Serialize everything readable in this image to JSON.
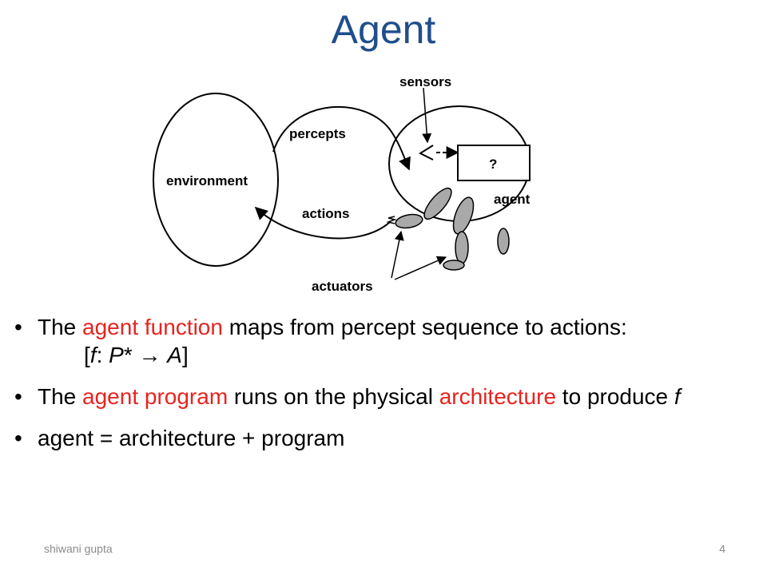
{
  "slide": {
    "title": "Agent",
    "page_number": "4",
    "footer_author": "shiwani gupta"
  },
  "diagram": {
    "labels": {
      "sensors": "sensors",
      "percepts": "percepts",
      "environment": "environment",
      "actions": "actions",
      "agent": "agent",
      "question": "?",
      "actuators": "actuators"
    }
  },
  "bullets": [
    {
      "pre": "The ",
      "highlight": "agent function",
      "post": " maps from percept sequence to actions:",
      "formula": {
        "open": "[",
        "f": "f",
        "colon": ": ",
        "P": "P",
        "star": "*",
        "arrow": " → ",
        "A": "A",
        "close": "]"
      }
    },
    {
      "pre": "The ",
      "highlight": "agent program",
      "mid": " runs on the physical ",
      "highlight2": "architecture",
      "post": " to produce ",
      "f": "f"
    },
    {
      "text": "agent = architecture + program"
    }
  ],
  "colors": {
    "title": "#1f4e8c",
    "highlight": "#e8231f",
    "footer": "#8a8a8a",
    "limb_fill": "#a9a9a9"
  }
}
